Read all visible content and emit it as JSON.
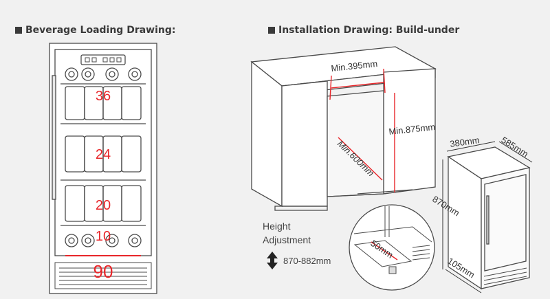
{
  "headings": {
    "loading": "Beverage Loading Drawing:",
    "installation": "Installation Drawing: Build-under"
  },
  "loading": {
    "shelf_counts": [
      "36",
      "24",
      "20",
      "10"
    ],
    "total": "90"
  },
  "installation": {
    "min_width": "Min.395mm",
    "min_height": "Min.875mm",
    "min_depth": "Min.600mm",
    "gap": "50mm",
    "height_adjustment": {
      "line1": "Height",
      "line2": "Adjustment",
      "range": "870-882mm"
    }
  },
  "dimensions": {
    "width": "380mm",
    "depth": "585mm",
    "height": "870mm",
    "base_depth": "105mm"
  },
  "colors": {
    "accent": "#e8262a",
    "line": "#4a4a4a",
    "panel": "#ffffff"
  },
  "icons": {
    "section": "square-bullet-icon",
    "adjust": "up-down-arrow-icon"
  }
}
